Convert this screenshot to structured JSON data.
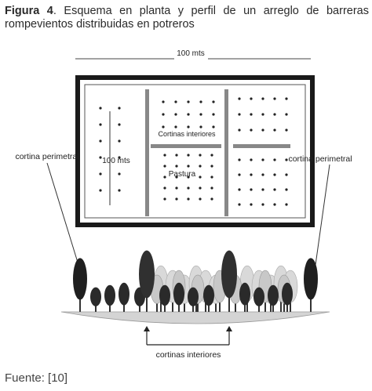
{
  "caption": {
    "label": "Figura 4",
    "text": ". Esquema en planta y perfil de un arreglo de barreras rompevientos distribuidas en potreros"
  },
  "diagram": {
    "width_label": "100 mts",
    "height_label": "100 mts",
    "interior_curtains_label": "Cortinas interiores",
    "pasture_label": "Pastura",
    "perimeter_label_left": "cortina perimetral",
    "perimeter_label_right": "cortina perimetral",
    "profile_interior_label": "cortinas interiores"
  },
  "source": "Fuente: [10]"
}
